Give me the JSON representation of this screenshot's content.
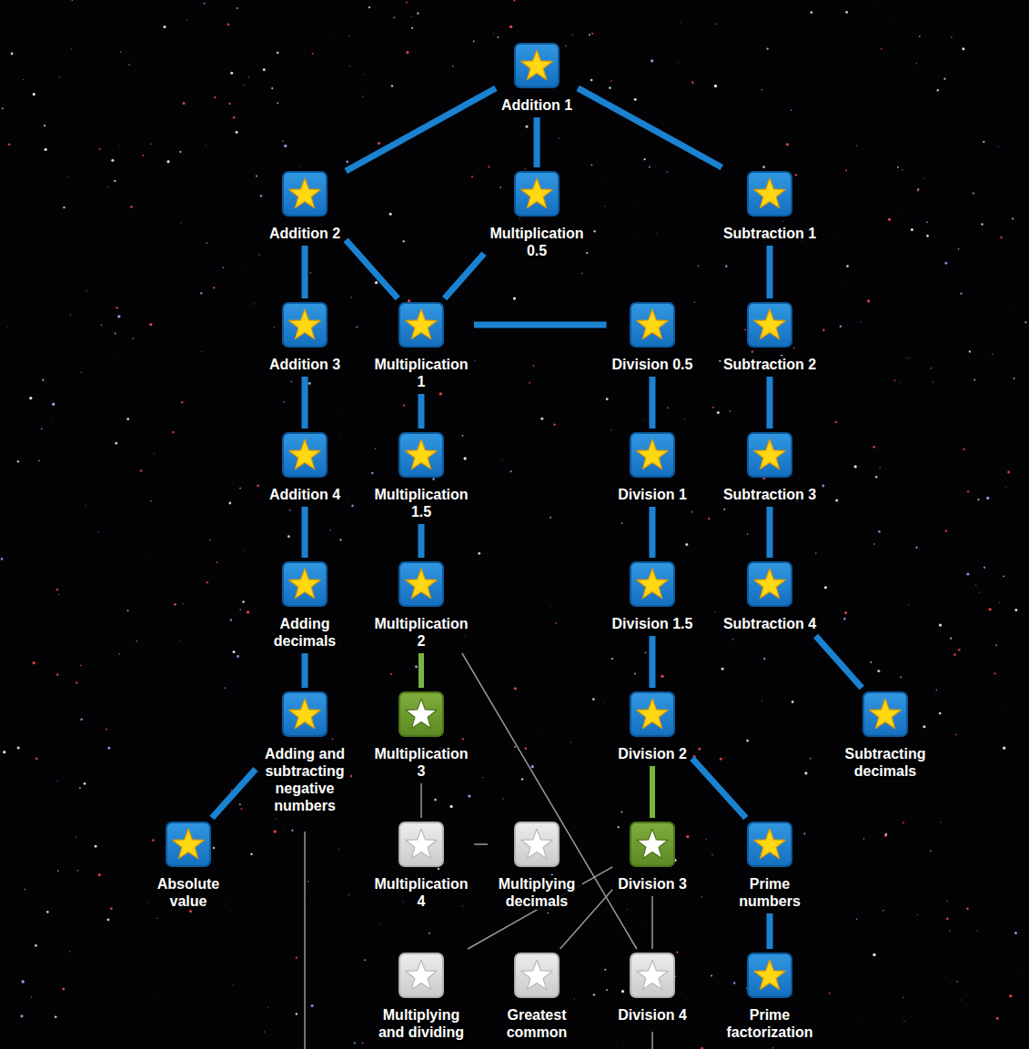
{
  "diagram": {
    "nodes": [
      {
        "text": [
          "Addition 1"
        ]
      },
      {
        "text": [
          "Addition 2"
        ]
      },
      {
        "text": [
          "Multiplication 0.5"
        ]
      },
      {
        "text": [
          "Subtraction 1"
        ]
      },
      {
        "text": [
          "Addition 3"
        ]
      },
      {
        "text": [
          "Multiplication 1"
        ]
      },
      {
        "text": [
          "Division 0.5"
        ]
      },
      {
        "text": [
          "Subtraction 2"
        ]
      },
      {
        "text": [
          "Addition 4"
        ]
      },
      {
        "text": [
          "Multiplication 1.5"
        ]
      },
      {
        "text": [
          "Division 1"
        ]
      },
      {
        "text": [
          "Subtraction 3"
        ]
      },
      {
        "text": [
          "Adding decimals"
        ]
      },
      {
        "text": [
          "Multiplication 2"
        ]
      },
      {
        "text": [
          "Division 1.5"
        ]
      },
      {
        "text": [
          "Subtraction 4"
        ]
      },
      {
        "text": [
          "Adding and subtracting negative numbers"
        ]
      },
      {
        "text": [
          "Multiplication 3"
        ]
      },
      {
        "text": [
          "Division 2"
        ]
      },
      {
        "text": [
          "Subtracting decimals"
        ]
      },
      {
        "text": [
          "Absolute value"
        ]
      },
      {
        "text": [
          "Multiplication 4"
        ]
      },
      {
        "text": [
          "Multiplying decimals"
        ]
      },
      {
        "text": [
          "Division 3"
        ]
      },
      {
        "text": [
          "Prime numbers"
        ]
      },
      {
        "text": [
          "Multiplying and dividing"
        ]
      },
      {
        "text": [
          "Greatest common"
        ]
      },
      {
        "text": [
          "Division 4"
        ]
      },
      {
        "text": [
          "Prime factorization"
        ]
      }
    ],
    "edges": [
      {
        "from": 0,
        "to": 1,
        "arrow": "none"
      },
      {
        "from": 0,
        "to": 2,
        "arrow": "none"
      },
      {
        "from": 0,
        "to": 3,
        "arrow": "none"
      },
      {
        "from": 1,
        "to": 4,
        "arrow": "none"
      },
      {
        "from": 1,
        "to": 5,
        "arrow": "none"
      },
      {
        "from": 2,
        "to": 5,
        "arrow": "none"
      },
      {
        "from": 5,
        "to": 6,
        "arrow": "none"
      },
      {
        "from": 3,
        "to": 7,
        "arrow": "none"
      },
      {
        "from": 4,
        "to": 8,
        "arrow": "none"
      },
      {
        "from": 5,
        "to": 9,
        "arrow": "none"
      },
      {
        "from": 6,
        "to": 10,
        "arrow": "none"
      },
      {
        "from": 7,
        "to": 11,
        "arrow": "none"
      },
      {
        "from": 8,
        "to": 12,
        "arrow": "none"
      },
      {
        "from": 9,
        "to": 13,
        "arrow": "none"
      },
      {
        "from": 10,
        "to": 14,
        "arrow": "none"
      },
      {
        "from": 11,
        "to": 15,
        "arrow": "none"
      },
      {
        "from": 12,
        "to": 16,
        "arrow": "none"
      },
      {
        "from": 13,
        "to": 17,
        "arrow": "none"
      },
      {
        "from": 14,
        "to": 18,
        "arrow": "none"
      },
      {
        "from": 15,
        "to": 19,
        "arrow": "none"
      },
      {
        "from": 16,
        "to": 20,
        "arrow": "none"
      },
      {
        "from": 17,
        "to": 21,
        "arrow": "none"
      },
      {
        "from": 18,
        "to": 23,
        "arrow": "none"
      },
      {
        "from": 18,
        "to": 24,
        "arrow": "none"
      },
      {
        "from": 21,
        "to": 22,
        "arrow": "none"
      },
      {
        "from": 23,
        "to": 25,
        "arrow": "none"
      },
      {
        "from": 23,
        "to": 26,
        "arrow": "none"
      },
      {
        "from": 13,
        "to": 27,
        "arrow": "none"
      },
      {
        "from": 23,
        "to": 27,
        "arrow": "none"
      },
      {
        "from": 24,
        "to": 28,
        "arrow": "none"
      }
    ]
  }
}
